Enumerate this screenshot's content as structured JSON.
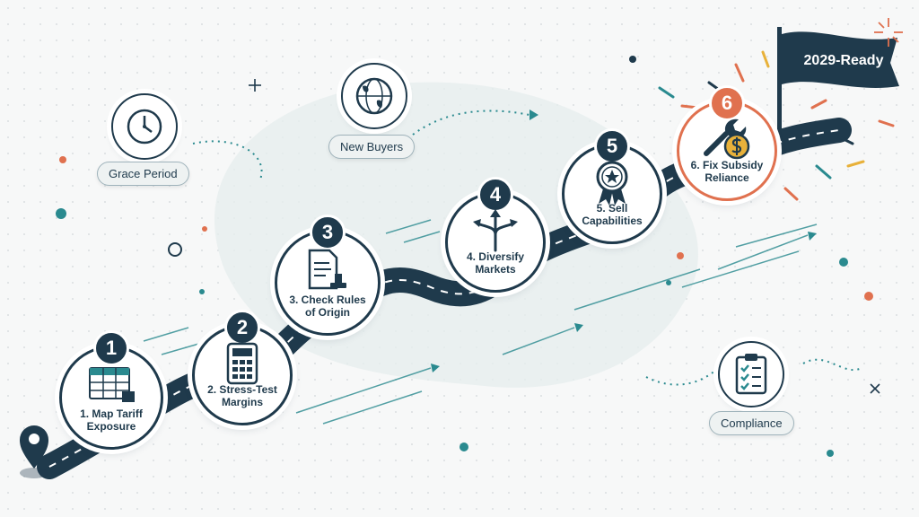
{
  "steps": [
    {
      "number": "1",
      "label": "1. Map Tariff Exposure",
      "icon": "spreadsheet-icon"
    },
    {
      "number": "2",
      "label": "2. Stress-Test Margins",
      "icon": "calculator-icon"
    },
    {
      "number": "3",
      "label": "3. Check Rules of Origin",
      "icon": "document-stamp-icon"
    },
    {
      "number": "4",
      "label": "4. Diversify Markets",
      "icon": "diverging-arrows-icon"
    },
    {
      "number": "5",
      "label": "5. Sell Capabilities",
      "icon": "award-ribbon-icon"
    },
    {
      "number": "6",
      "label": "6. Fix Subsidy Reliance",
      "icon": "wrench-coin-icon"
    }
  ],
  "side_nodes": {
    "grace_period": "Grace Period",
    "new_buyers": "New Buyers",
    "compliance": "Compliance"
  },
  "goal_flag": "2029-Ready",
  "colors": {
    "navy": "#1f3a4c",
    "teal": "#2a8a8f",
    "orange": "#e0714f",
    "gold": "#e8b13a"
  }
}
